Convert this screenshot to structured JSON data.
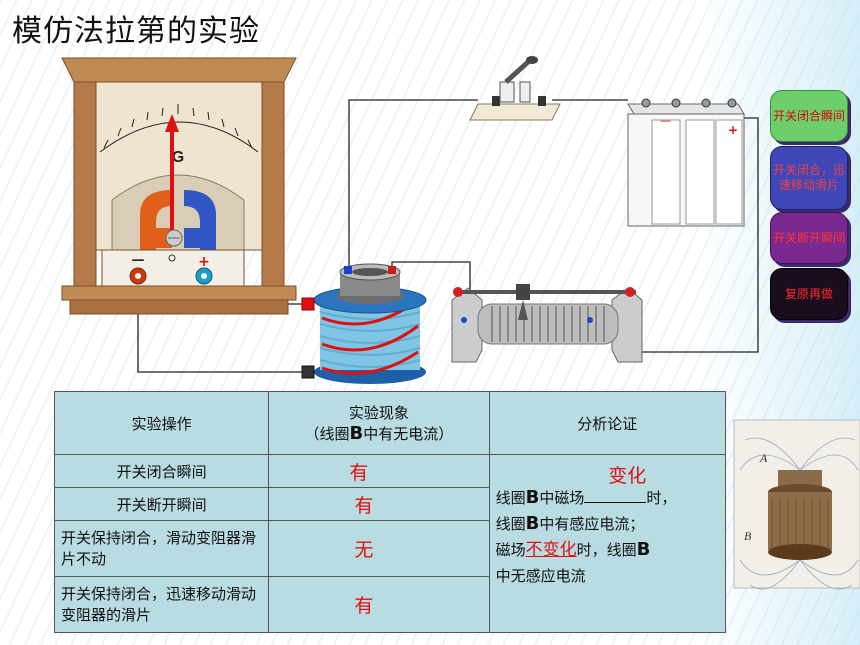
{
  "title": "模仿法拉第的实验",
  "galvanometer": {
    "dial_letter": "G",
    "minus_label": "—",
    "plus_label": "+"
  },
  "battery": {
    "minus_label": "—",
    "plus_label": "+"
  },
  "buttons": [
    {
      "label": "开关闭合瞬间"
    },
    {
      "label": "开关闭合，迅速移动滑片"
    },
    {
      "label": "开关断开瞬间"
    },
    {
      "label": "复原再做"
    }
  ],
  "table": {
    "headers": {
      "operation": "实验操作",
      "phenomenon_line1": "实验现象",
      "phenomenon_line2_pre": "（线圈",
      "phenomenon_line2_B": "B",
      "phenomenon_line2_post": "中有无电流）",
      "analysis": "分析论证"
    },
    "rows": [
      {
        "operation": "开关闭合瞬间",
        "phenomenon": "有"
      },
      {
        "operation": "开关断开瞬间",
        "phenomenon": "有"
      },
      {
        "operation": "开关保持闭合，滑动变阻器滑片不动",
        "phenomenon": "无"
      },
      {
        "operation": "开关保持闭合，迅速移动滑动变阻器的滑片",
        "phenomenon": "有"
      }
    ],
    "analysis": {
      "fill1": "变化",
      "line1_pre": "线圈",
      "line1_B": "B",
      "line1_mid": "中磁场",
      "line1_post": "时，",
      "line2_pre": "线圈",
      "line2_B": "B",
      "line2_post": "中有感应电流；",
      "line3_pre": "磁场",
      "fill2": "不变化",
      "line3_post": "时，线圈",
      "line3_B": "B",
      "line4": "中无感应电流"
    }
  },
  "photo": {
    "label_a": "A",
    "label_b": "B"
  }
}
